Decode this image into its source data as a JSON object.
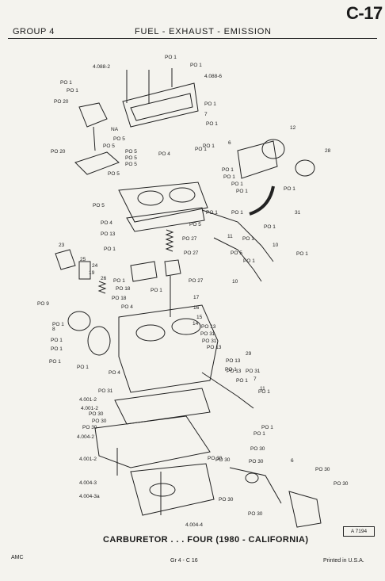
{
  "header": {
    "group": "GROUP 4",
    "title": "FUEL - EXHAUST - EMISSION",
    "page_code": "C-17"
  },
  "diagram": {
    "caption": "CARBURETOR . . . FOUR (1980 - CALIFORNIA)",
    "ref_code": "A 7194",
    "labels": [
      "PO 1",
      "PO 1",
      "4.088-2",
      "4.088-6",
      "PO 1",
      "PO 1",
      "PO 20",
      "PO 1",
      "7",
      "PO 1",
      "NA",
      "PO 5",
      "PO 5",
      "PO 20",
      "PO 5",
      "PO 5",
      "PO 5",
      "PO 4",
      "PO 1",
      "PO 5",
      "PO 1",
      "6",
      "12",
      "28",
      "PO 1",
      "PO 1",
      "PO 1",
      "PO 1",
      "PO 1",
      "PO 5",
      "PO 1",
      "PO 1",
      "31",
      "PO 4",
      "PO 5",
      "PO 1",
      "PO 13",
      "11",
      "PO 1",
      "PO 27",
      "PO 1",
      "PO 27",
      "10",
      "PO 1",
      "PO 5",
      "PO 1",
      "10",
      "23",
      "25",
      "24",
      "19",
      "26",
      "PO 27",
      "PO 1",
      "PO 18",
      "PO 1",
      "PO 18",
      "17",
      "PO 4",
      "16",
      "PO 9",
      "15",
      "PO 1",
      "8",
      "PO 1",
      "14",
      "PO 13",
      "PO 31",
      "PO 31",
      "PO 1",
      "PO 1",
      "PO 13",
      "29",
      "PO 13",
      "PO 1",
      "PO 4",
      "PO 1",
      "PO 13",
      "PO 31",
      "PO 1",
      "7",
      "PO 1",
      "PO 31",
      "11",
      "4.001-2",
      "4.001-2",
      "PO 30",
      "PO 30",
      "PO 30",
      "PO 1",
      "4.004-2",
      "PO 1",
      "PO 30",
      "PO 30",
      "PO 30",
      "4.001-2",
      "PO 30",
      "6",
      "PO 30",
      "4.004-3",
      "PO 30",
      "4.004-3a",
      "PO 30",
      "PO 30",
      "4.004-4"
    ]
  },
  "footer": {
    "left": "AMC",
    "center": "Gr 4 - C 16",
    "right": "Printed in U.S.A."
  }
}
